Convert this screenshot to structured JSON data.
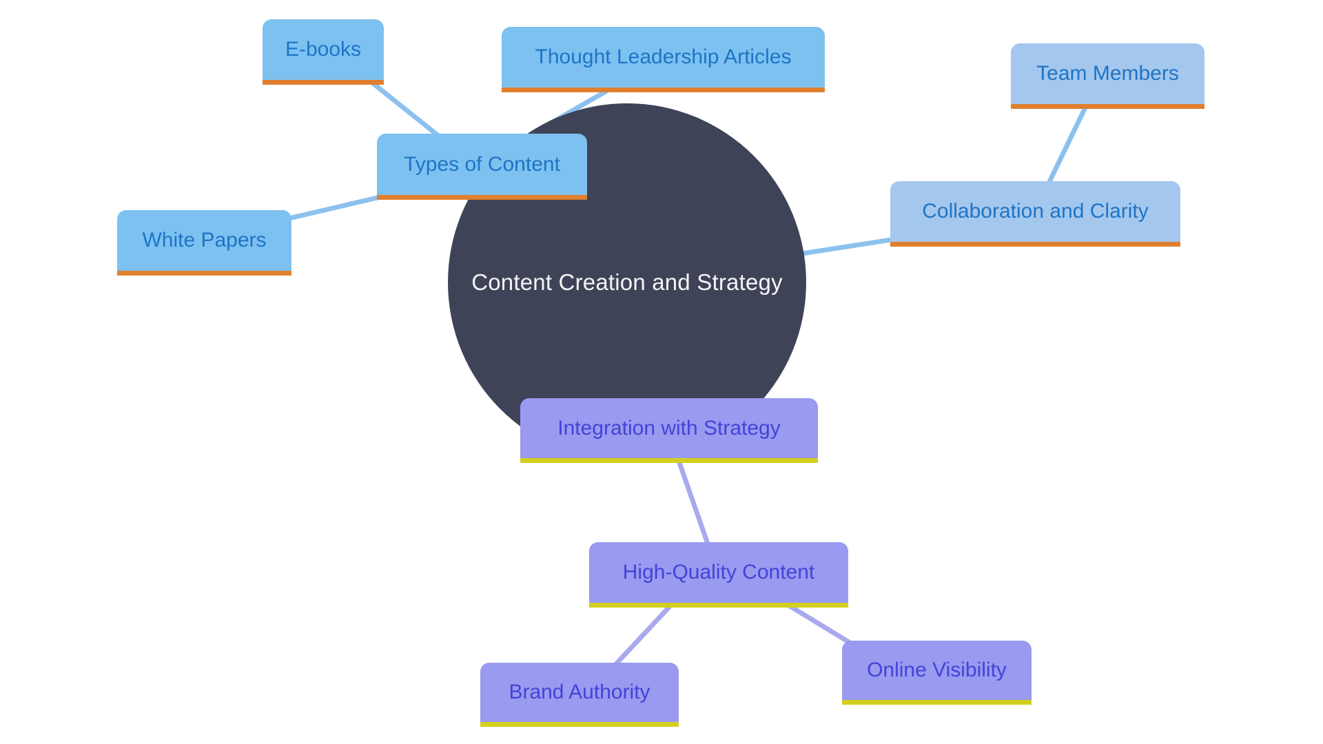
{
  "diagram": {
    "type": "mind-map",
    "center": {
      "label": "Content Creation and Strategy"
    },
    "nodes": [
      {
        "id": "ebooks",
        "label": "E-books",
        "theme": "blue"
      },
      {
        "id": "thought",
        "label": "Thought Leadership Articles",
        "theme": "blue"
      },
      {
        "id": "team",
        "label": "Team Members",
        "theme": "blue-muted"
      },
      {
        "id": "types",
        "label": "Types of Content",
        "theme": "blue"
      },
      {
        "id": "white",
        "label": "White Papers",
        "theme": "blue"
      },
      {
        "id": "collab",
        "label": "Collaboration and Clarity",
        "theme": "blue-muted"
      },
      {
        "id": "integration",
        "label": "Integration with Strategy",
        "theme": "purple"
      },
      {
        "id": "hq",
        "label": "High-Quality Content",
        "theme": "purple"
      },
      {
        "id": "brand",
        "label": "Brand Authority",
        "theme": "purple"
      },
      {
        "id": "online",
        "label": "Online Visibility",
        "theme": "purple"
      }
    ],
    "edges": [
      {
        "from": "Types of Content",
        "to": "E-books"
      },
      {
        "from": "Types of Content",
        "to": "Thought Leadership Articles"
      },
      {
        "from": "Types of Content",
        "to": "White Papers"
      },
      {
        "from": "Content Creation and Strategy",
        "to": "Types of Content"
      },
      {
        "from": "Content Creation and Strategy",
        "to": "Collaboration and Clarity"
      },
      {
        "from": "Collaboration and Clarity",
        "to": "Team Members"
      },
      {
        "from": "Content Creation and Strategy",
        "to": "Integration with Strategy"
      },
      {
        "from": "Integration with Strategy",
        "to": "High-Quality Content"
      },
      {
        "from": "High-Quality Content",
        "to": "Brand Authority"
      },
      {
        "from": "High-Quality Content",
        "to": "Online Visibility"
      }
    ]
  },
  "colors": {
    "bg": "#ffffff",
    "circle_fill": "#3e4358",
    "circle_text": "#f4f4f6",
    "node_blue": "#7dc1f1",
    "node_blue_muted": "#a4c7ee",
    "node_purple": "#9a9af0",
    "underline_orange": "#e0802e",
    "underline_yellow": "#d3cf1f",
    "text_blue": "#1e74c5",
    "text_purple": "#4343d9",
    "edge_blue": "#8cc1ee",
    "edge_purple": "#a9a9ed"
  }
}
